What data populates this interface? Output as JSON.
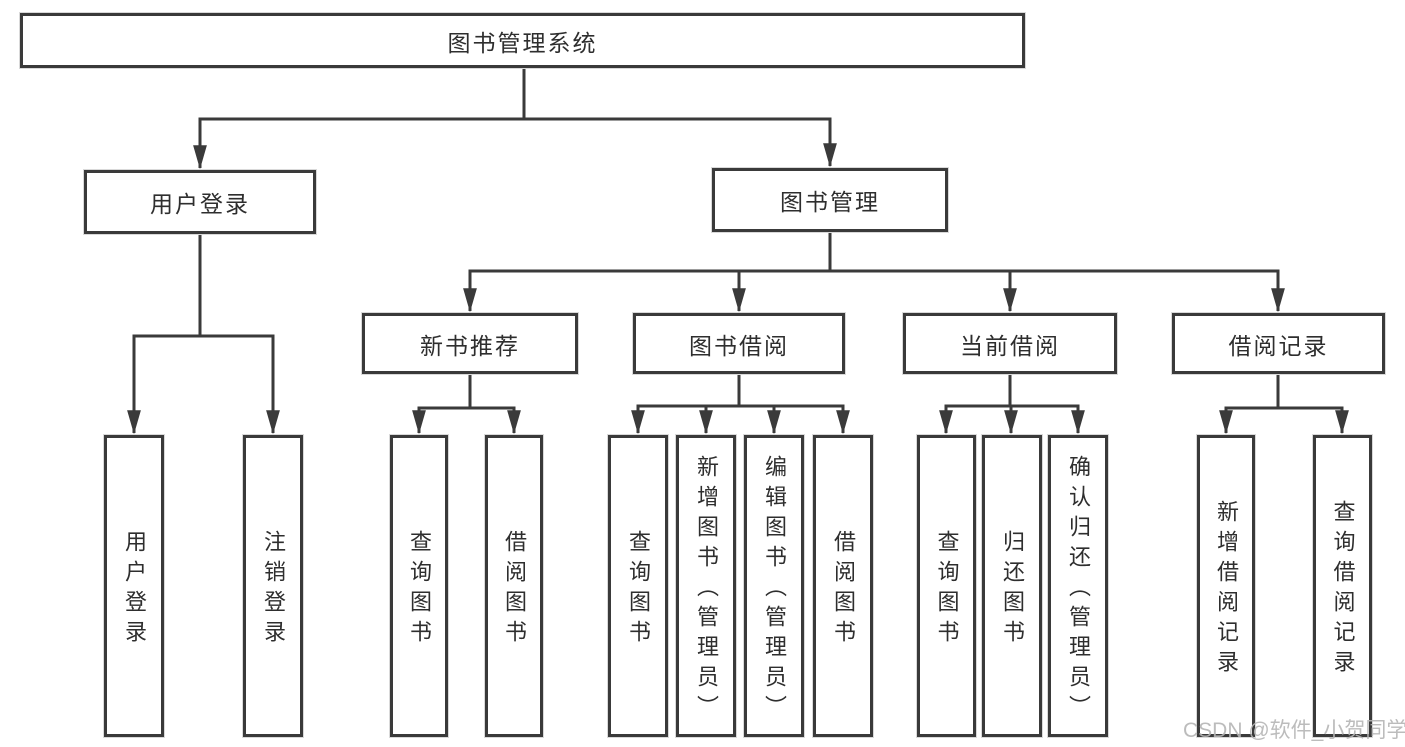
{
  "tree": {
    "label": "图书管理系统",
    "children": [
      {
        "label": "用户登录",
        "children": [
          {
            "label": "用户登录"
          },
          {
            "label": "注销登录"
          }
        ]
      },
      {
        "label": "图书管理",
        "children": [
          {
            "label": "新书推荐",
            "children": [
              {
                "label": "查询图书"
              },
              {
                "label": "借阅图书"
              }
            ]
          },
          {
            "label": "图书借阅",
            "children": [
              {
                "label": "查询图书"
              },
              {
                "label": "新增图书（管理员）"
              },
              {
                "label": "编辑图书（管理员）"
              },
              {
                "label": "借阅图书"
              }
            ]
          },
          {
            "label": "当前借阅",
            "children": [
              {
                "label": "查询图书"
              },
              {
                "label": "归还图书"
              },
              {
                "label": "确认归还（管理员）"
              }
            ]
          },
          {
            "label": "借阅记录",
            "children": [
              {
                "label": "新增借阅记录"
              },
              {
                "label": "查询借阅记录"
              }
            ]
          }
        ]
      }
    ]
  },
  "watermark": {
    "text": "CSDN @软件_小贺同学"
  },
  "colors": {
    "line": "#3a3a3a",
    "text": "#2e2e2e",
    "watermark": "#b5b5b5",
    "background": "#ffffff"
  }
}
